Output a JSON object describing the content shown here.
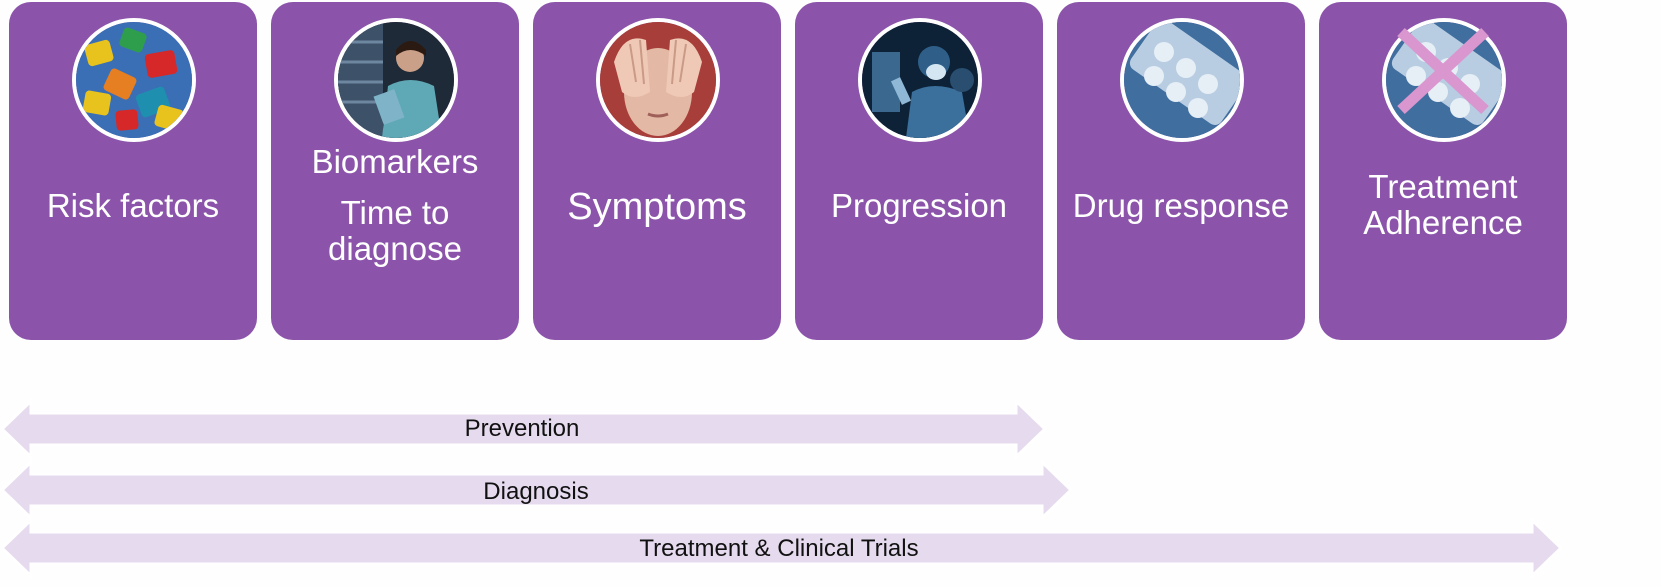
{
  "stages": [
    {
      "id": "risk-factors",
      "lines": [
        "Risk factors"
      ],
      "image_icon": "alphabet-blocks-photo"
    },
    {
      "id": "biomarkers",
      "lines": [
        "Biomarkers",
        "Time to",
        "diagnose"
      ],
      "image_icon": "lab-scientist-photo"
    },
    {
      "id": "symptoms",
      "lines": [
        "Symptoms"
      ],
      "image_icon": "head-in-hands-photo"
    },
    {
      "id": "progression",
      "lines": [
        "Progression"
      ],
      "image_icon": "surgeon-xray-photo"
    },
    {
      "id": "drug-response",
      "lines": [
        "Drug response"
      ],
      "image_icon": "pill-blister-photo"
    },
    {
      "id": "treatment-adherence",
      "lines": [
        "Treatment",
        "Adherence"
      ],
      "image_icon": "pill-blister-crossed-photo"
    }
  ],
  "arrows": [
    {
      "label": "Prevention"
    },
    {
      "label": "Diagnosis"
    },
    {
      "label": "Treatment & Clinical Trials"
    }
  ],
  "colors": {
    "card_fill": "#8b54aa",
    "arrow_fill": "#e6dbee",
    "cross_mark": "#d996cf"
  }
}
